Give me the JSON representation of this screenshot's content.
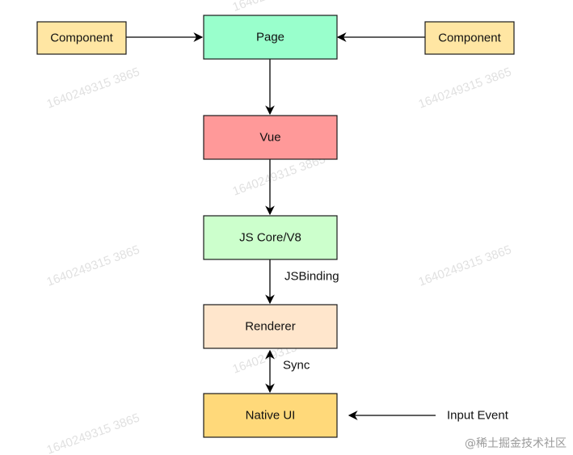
{
  "nodes": {
    "component_left": {
      "label": "Component",
      "fill": "#ffe6a3"
    },
    "page": {
      "label": "Page",
      "fill": "#99ffcc"
    },
    "component_right": {
      "label": "Component",
      "fill": "#ffe6a3"
    },
    "vue": {
      "label": "Vue",
      "fill": "#ff9999"
    },
    "js_core": {
      "label": "JS Core/V8",
      "fill": "#ccffcc"
    },
    "renderer": {
      "label": "Renderer",
      "fill": "#ffe6cc"
    },
    "native_ui": {
      "label": "Native UI",
      "fill": "#ffd97a"
    }
  },
  "edges": {
    "js_core_to_renderer": {
      "label": "JSBinding"
    },
    "renderer_native_sync": {
      "label": "Sync"
    },
    "input_event": {
      "label": "Input Event"
    }
  },
  "watermark": {
    "text": "1640249315 3865",
    "corner_text": "@稀土掘金技术社区"
  }
}
